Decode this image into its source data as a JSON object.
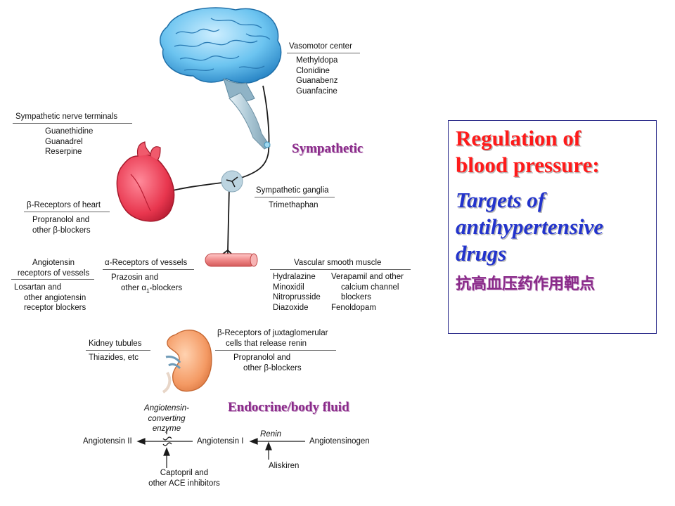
{
  "vasomotor": {
    "title": "Vasomotor center",
    "drugs": [
      "Methyldopa",
      "Clonidine",
      "Guanabenz",
      "Guanfacine"
    ]
  },
  "nerve_terminals": {
    "title": "Sympathetic nerve terminals",
    "drugs": [
      "Guanethidine",
      "Guanadrel",
      "Reserpine"
    ]
  },
  "sympathetic_tag": "Sympathetic",
  "ganglia": {
    "title": "Sympathetic ganglia",
    "drugs": [
      "Trimethaphan"
    ]
  },
  "beta_heart": {
    "title": "β-Receptors of heart",
    "drugs": [
      "Propranolol and",
      "other β-blockers"
    ]
  },
  "angiotensin_receptors": {
    "title_lines": [
      "Angiotensin",
      "receptors of vessels"
    ],
    "drugs": [
      "Losartan and",
      "other angiotensin",
      "receptor blockers"
    ]
  },
  "alpha_vessels": {
    "title": "α-Receptors of vessels",
    "drugs_line1": "Prazosin and",
    "drugs_line2_pre": "other α",
    "drugs_line2_sub": "1",
    "drugs_line2_post": "-blockers"
  },
  "vascular_muscle": {
    "title": "Vascular smooth muscle",
    "col1": [
      "Hydralazine",
      "Minoxidil",
      "Nitroprusside",
      "Diazoxide"
    ],
    "col2": [
      "Verapamil and other",
      "calcium channel",
      "blockers",
      "Fenoldopam"
    ]
  },
  "kidney": {
    "title": "Kidney tubules",
    "drugs": [
      "Thiazides, etc"
    ]
  },
  "beta_renin": {
    "title_lines": [
      "β-Receptors of juxtaglomerular",
      "cells that release renin"
    ],
    "drugs": [
      "Propranolol and",
      "other β-blockers"
    ]
  },
  "endocrine_tag": "Endocrine/body fluid",
  "raas": {
    "ace_lines": [
      "Angiotensin-",
      "converting",
      "enzyme"
    ],
    "angiotensin2": "Angiotensin II",
    "angiotensin1": "Angiotensin I",
    "renin": "Renin",
    "angiotensinogen": "Angiotensinogen",
    "ace_inhibitors": [
      "Captopril and",
      "other ACE inhibitors"
    ],
    "aliskiren": "Aliskiren"
  },
  "infobox": {
    "title": [
      "Regulation of",
      "blood pressure:"
    ],
    "subtitle": [
      "Targets of",
      "antihypertensive",
      "drugs"
    ],
    "chinese": "抗高血压药作用靶点"
  },
  "colors": {
    "title_red": "#ff1a1a",
    "subtitle_blue": "#2233cc",
    "tag_purple": "#8a2a8a"
  }
}
